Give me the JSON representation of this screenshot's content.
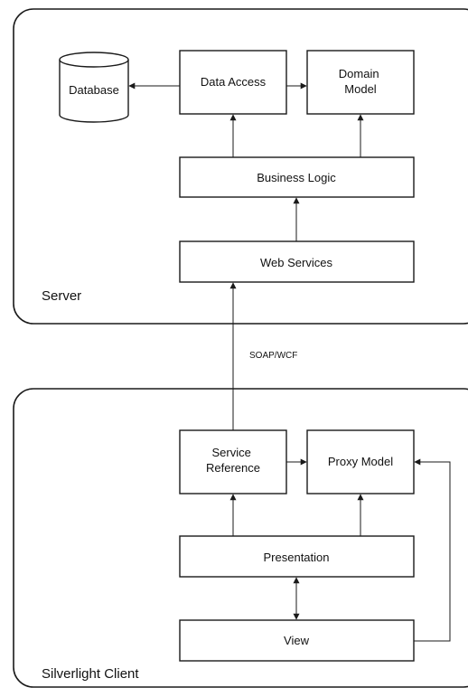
{
  "regions": {
    "server": "Server",
    "client": "Silverlight Client"
  },
  "nodes": {
    "database": "Database",
    "data_access": "Data Access",
    "domain_model": [
      "Domain",
      "Model"
    ],
    "business_logic": "Business Logic",
    "web_services": "Web Services",
    "service_reference": [
      "Service",
      "Reference"
    ],
    "proxy_model": "Proxy Model",
    "presentation": "Presentation",
    "view": "View"
  },
  "connections": {
    "soap_label": "SOAP/WCF"
  }
}
